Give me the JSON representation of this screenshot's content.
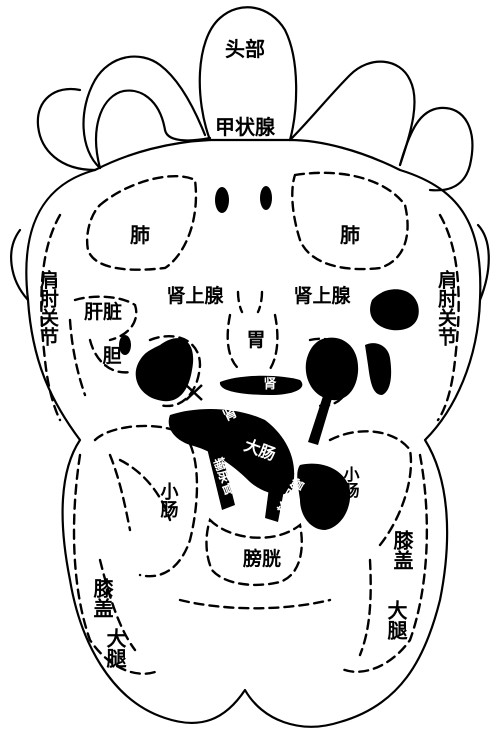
{
  "labels": {
    "head": "头部",
    "thyroid": "甲状腺",
    "lung_left": "肺",
    "lung_right": "肺",
    "shoulder_elbow_left": "肩肘关节",
    "shoulder_elbow_right": "肩肘关节",
    "liver": "肝脏",
    "gallbladder": "胆",
    "adrenal_left": "肾上腺",
    "adrenal_right": "肾上腺",
    "stomach": "胃",
    "large_intestine": "大肠",
    "small_intestine_left": "小肠",
    "small_intestine_right": "小肠",
    "kidney_left": "肾",
    "kidney_right": "肾",
    "ureter_left": "输尿管",
    "ureter_right": "输尿管",
    "bladder": "膀胱",
    "knee_left": "膝盖",
    "knee_right": "膝盖",
    "thigh_left": "大腿",
    "thigh_right": "大腿"
  },
  "colors": {
    "ink": "#000000",
    "paper": "#ffffff"
  }
}
